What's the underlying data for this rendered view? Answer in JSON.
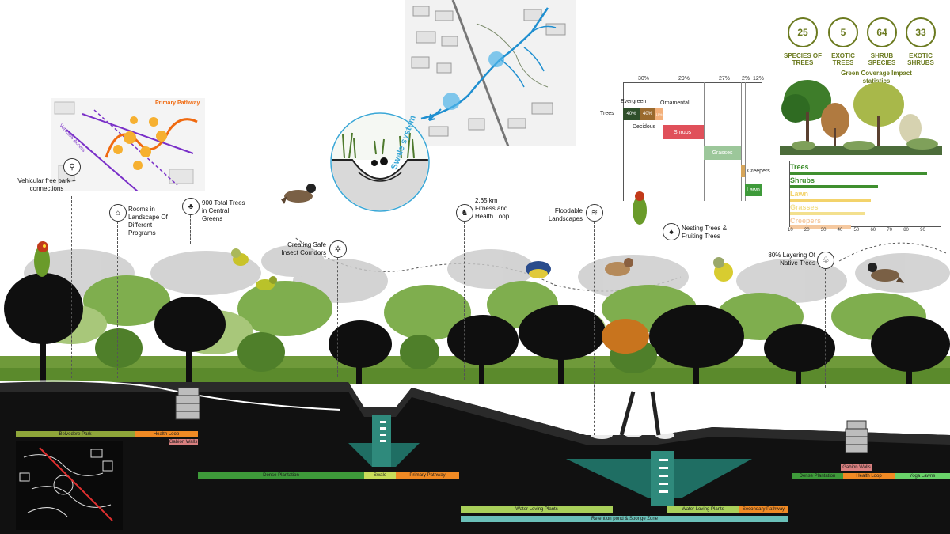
{
  "stats": [
    {
      "value": "25",
      "label": "SPECIES OF TREES"
    },
    {
      "value": "5",
      "label": "EXOTIC TREES"
    },
    {
      "value": "64",
      "label": "SHRUB SPECIES"
    },
    {
      "value": "33",
      "label": "EXOTIC SHRUBS"
    }
  ],
  "coverage": {
    "top_percents": [
      "30%",
      "29%",
      "27%",
      "2%",
      "12%"
    ],
    "trees": "Trees",
    "evergreen": "Evergreen",
    "ornamental": "Ornamental",
    "decidous": "Decidous",
    "seg1": "40%",
    "seg2": "40%",
    "seg3": "15%",
    "shrubs": "Shrubs",
    "grasses": "Grasses",
    "creepers": "Creepers",
    "lawn": "Lawn"
  },
  "green_impact": {
    "title": "Green Coverage Impact statistics",
    "axis_ticks": [
      "10",
      "20",
      "30",
      "40",
      "50",
      "60",
      "70",
      "80",
      "90"
    ],
    "rows": [
      {
        "label": "Trees",
        "value": 83,
        "color": "#3f8f2f"
      },
      {
        "label": "Shrubs",
        "value": 53,
        "color": "#3f8f2f"
      },
      {
        "label": "Lawn",
        "value": 49,
        "color": "#f3d36b"
      },
      {
        "label": "Grasses",
        "value": 45,
        "color": "#f3e08e"
      },
      {
        "label": "Creepers",
        "value": 37,
        "color": "#f5c9a0"
      }
    ]
  },
  "inset_label": "Primary Pathway",
  "inset_label2": "Vehicular Access",
  "swale_label": "Swale system",
  "annotations": {
    "vehicular": "Vehicular free park + connections",
    "rooms": "Rooms in Landscape Of Different Programs",
    "trees900": "900 Total Trees in Central Greens",
    "insect": "Creating Safe Insect Corridors",
    "fitness": "2.65 km Fitness and Health Loop",
    "floodable": "Floodable Landscapes",
    "nesting": "Nesting Trees & Fruiting Trees",
    "layering": "80% Layering Of Native Trees"
  },
  "bands": {
    "belvedere": "Belvedere Park",
    "health_loop_1": "Health Loop",
    "gabion_1": "Gabion Walls",
    "dense_1": "Dense Plantation",
    "swale": "Swale",
    "primary": "Primary Pathway",
    "water1": "Water Loving Plants",
    "water2": "Water Loving Plants",
    "secondary": "Secondary Pathway",
    "retention": "Retention pond & Sponge Zone",
    "gabion_2": "Gabion Walls",
    "dense_2": "Dense Plantation",
    "health_loop_2": "Health Loop",
    "yoga": "Yoga Lawns"
  },
  "colors": {
    "olive": "#6b7a1f",
    "dark_green": "#2f6b2a",
    "orange": "#f08a24",
    "water": "#3aa7d6",
    "teal": "#1f6e63"
  }
}
